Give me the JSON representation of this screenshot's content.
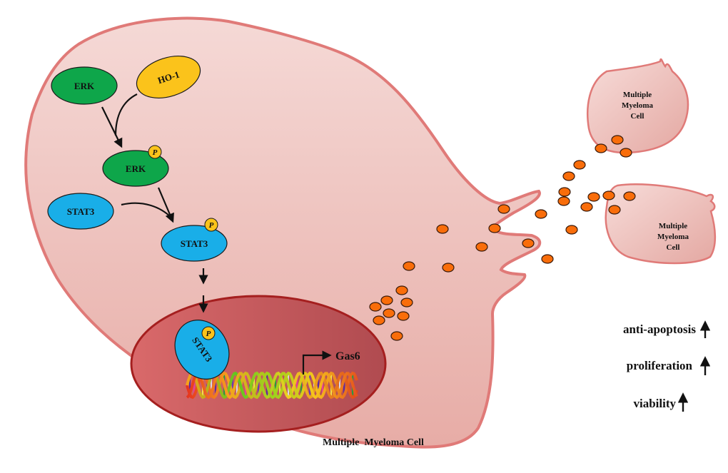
{
  "diagram": {
    "title": "HO-1 / ERK / STAT3 / Gas6 signaling in multiple myeloma cells",
    "main_cell": {
      "label": "Multiple  Myeloma Cell",
      "fill": "#ecbab5",
      "stroke": "#e07a78"
    },
    "nucleus": {
      "fill": "#c9575a",
      "stroke": "#a51f1f"
    },
    "nodes": {
      "erk": {
        "label": "ERK",
        "color": "#0ea64a"
      },
      "ho1": {
        "label": "HO-1",
        "color": "#fbc31b"
      },
      "perk": {
        "label": "ERK",
        "color": "#0ea64a",
        "phospho": "P"
      },
      "stat3": {
        "label": "STAT3",
        "color": "#19aee8"
      },
      "pstat3": {
        "label": "STAT3",
        "color": "#19aee8",
        "phospho": "P"
      },
      "nuclear_stat3": {
        "label": "STAT3",
        "color": "#19aee8",
        "phospho": "P"
      }
    },
    "phospho_color": "#fbc31b",
    "gene": {
      "label": "Gas6"
    },
    "secreted_protein_color": "#f96d0a",
    "target_cells": [
      {
        "line1": "Multiple",
        "line2": "Myeloma",
        "line3": "Cell"
      },
      {
        "line1": "Multiple",
        "line2": "Myeloma",
        "line3": "Cell"
      }
    ],
    "effects": [
      {
        "label": "anti-apoptosis",
        "direction": "up"
      },
      {
        "label": "proliferation",
        "direction": "up"
      },
      {
        "label": "viability",
        "direction": "up"
      }
    ]
  }
}
